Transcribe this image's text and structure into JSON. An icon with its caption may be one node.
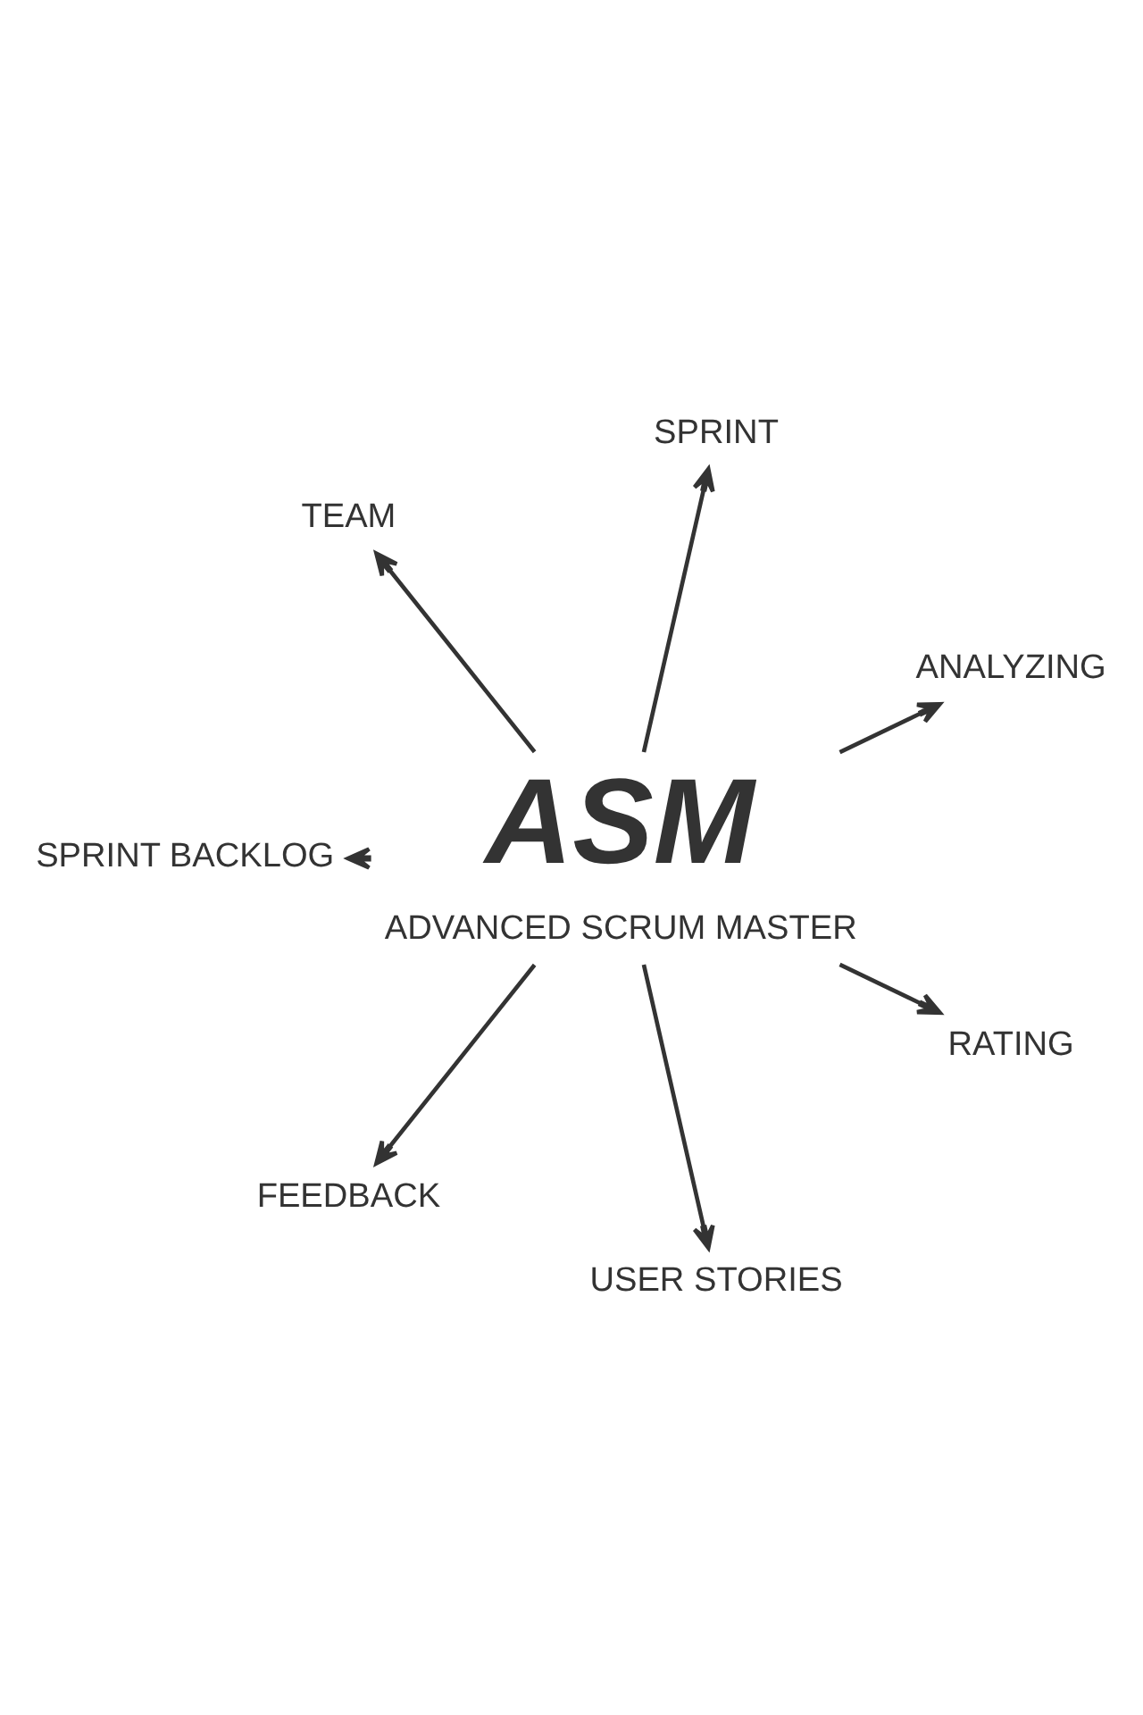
{
  "diagram": {
    "nodes": [
      {
        "text": [
          "SPRINT"
        ]
      },
      {
        "text": [
          "TEAM"
        ]
      },
      {
        "text": [
          "ANALYZING"
        ]
      },
      {
        "text": [
          "SPRINT BACKLOG"
        ]
      },
      {
        "text": [
          "ASM",
          "ADVANCED SCRUM MASTER"
        ]
      },
      {
        "text": [
          "RATING"
        ]
      },
      {
        "text": [
          "USER STORIES"
        ]
      },
      {
        "text": [
          "FEEDBACK"
        ]
      }
    ],
    "edges": [
      {
        "from": 4,
        "to": 2,
        "arrow": "to"
      },
      {
        "from": 4,
        "to": 0,
        "arrow": "to"
      },
      {
        "from": 4,
        "to": 1,
        "arrow": "to"
      },
      {
        "from": 4,
        "to": 3,
        "arrow": "to"
      },
      {
        "from": 4,
        "to": 7,
        "arrow": "to"
      },
      {
        "from": 4,
        "to": 6,
        "arrow": "to"
      },
      {
        "from": 4,
        "to": 5,
        "arrow": "to"
      }
    ]
  }
}
